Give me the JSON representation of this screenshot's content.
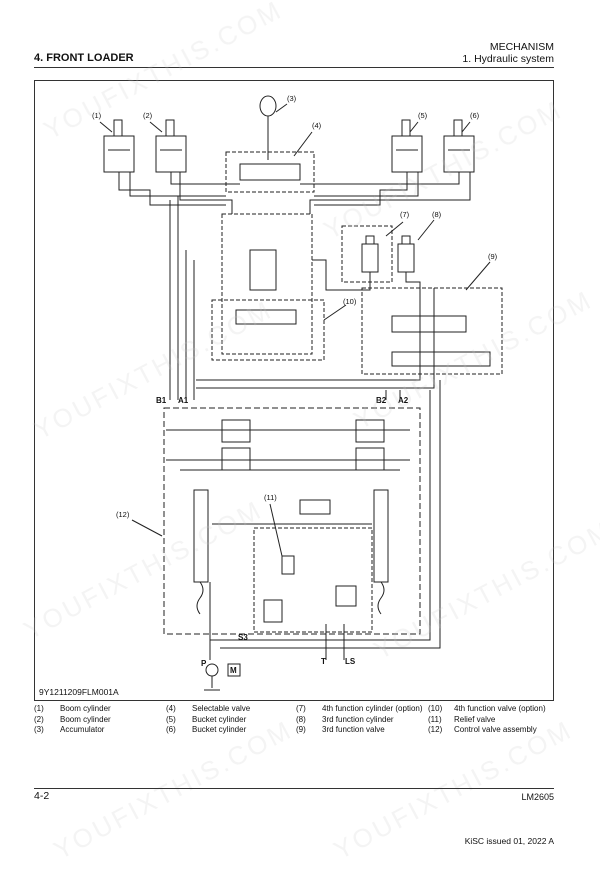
{
  "header": {
    "section": "4. FRONT LOADER",
    "category": "MECHANISM",
    "subsection": "1. Hydraulic system"
  },
  "diagram": {
    "figure_code": "9Y1211209FLM001A",
    "callouts": [
      "(1)",
      "(2)",
      "(3)",
      "(4)",
      "(5)",
      "(6)",
      "(7)",
      "(8)",
      "(9)",
      "(10)",
      "(11)",
      "(12)"
    ],
    "port_labels": {
      "b1": "B1",
      "a1": "A1",
      "b2": "B2",
      "a2": "A2",
      "s3": "S3",
      "p": "P",
      "m": "M",
      "t": "T",
      "ls": "LS"
    },
    "watermark": "YOUFIXTHIS.COM"
  },
  "legend": [
    {
      "num": "(1)",
      "text": "Boom cylinder"
    },
    {
      "num": "(2)",
      "text": "Boom cylinder"
    },
    {
      "num": "(3)",
      "text": "Accumulator"
    },
    {
      "num": "(4)",
      "text": "Selectable valve"
    },
    {
      "num": "(5)",
      "text": "Bucket cylinder"
    },
    {
      "num": "(6)",
      "text": "Bucket cylinder"
    },
    {
      "num": "(7)",
      "text": "4th function cylinder (option)"
    },
    {
      "num": "(8)",
      "text": "3rd function cylinder"
    },
    {
      "num": "(9)",
      "text": "3rd function valve"
    },
    {
      "num": "(10)",
      "text": "4th function valve (option)"
    },
    {
      "num": "(11)",
      "text": "Relief valve"
    },
    {
      "num": "(12)",
      "text": "Control valve assembly"
    }
  ],
  "footer": {
    "page": "4-2",
    "model": "LM2605",
    "issue": "KiSC issued 01, 2022 A"
  }
}
